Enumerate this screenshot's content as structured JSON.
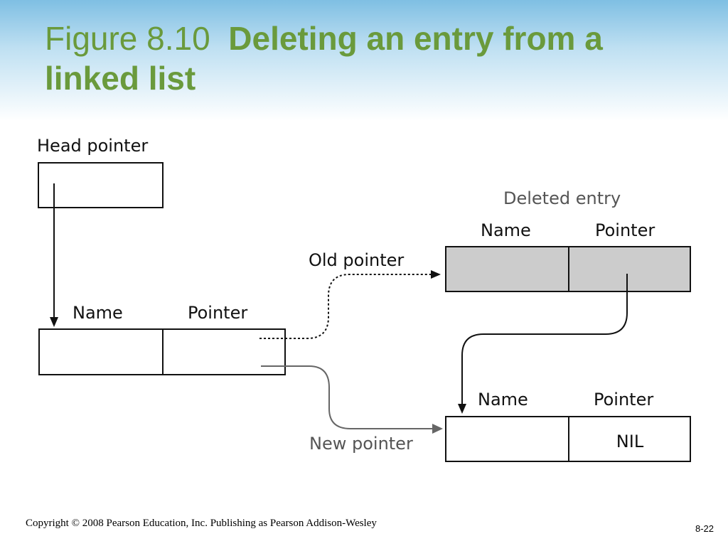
{
  "slide": {
    "title_prefix": "Figure 8.10",
    "title_main": "Deleting an entry from a linked list"
  },
  "diagram": {
    "head_pointer_label": "Head pointer",
    "first_entry": {
      "name_label": "Name",
      "pointer_label": "Pointer"
    },
    "deleted_entry": {
      "caption": "Deleted entry",
      "name_label": "Name",
      "pointer_label": "Pointer"
    },
    "last_entry": {
      "name_label": "Name",
      "pointer_label": "Pointer",
      "pointer_value": "NIL"
    },
    "old_pointer_label": "Old pointer",
    "new_pointer_label": "New pointer",
    "colors": {
      "deleted_fill": "#cccccc",
      "title": "#6a9a3c"
    }
  },
  "footer": {
    "copyright": "Copyright © 2008 Pearson Education, Inc. Publishing as Pearson Addison-Wesley",
    "page_number": "8-22"
  }
}
